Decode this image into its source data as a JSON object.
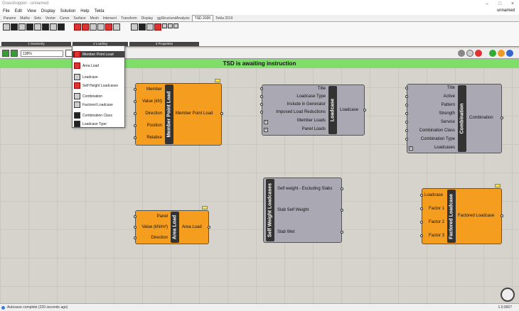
{
  "window": {
    "title": "Grasshopper - unnamed",
    "doc_name": "unnamed",
    "controls": [
      "–",
      "□",
      "×"
    ]
  },
  "menu": [
    "File",
    "Edit",
    "View",
    "Display",
    "Solution",
    "Help",
    "Tekla"
  ],
  "tabs": [
    "Params",
    "Maths",
    "Sets",
    "Vector",
    "Curve",
    "Surface",
    "Mesh",
    "Intersect",
    "Transform",
    "Display",
    "ggStructuralAnalysis",
    "TSD 2020",
    "Tekla 2019"
  ],
  "active_tab": "TSD 2020",
  "ribbon_groups": [
    "1 Geometry",
    "2 Loading",
    "3 Properties"
  ],
  "dropdown": {
    "items": [
      "Member Point Load",
      "Area Load",
      "Loadcase",
      "Self Height Loadcases",
      "Combination",
      "Factored Loadcase",
      "Combination Class",
      "Loadcase Type"
    ],
    "highlighted": "Member Point Load"
  },
  "canvas_toolbar": {
    "zoom": "138%"
  },
  "banner": {
    "text": "TSD is awaiting instruction",
    "color": "#7fdd6a"
  },
  "components": {
    "member_point_load": {
      "title": "Member Point Load",
      "inputs": [
        "Member",
        "Value (kN)",
        "Direction",
        "Position",
        "Relative"
      ],
      "output": "Member Point Load"
    },
    "area_load": {
      "title": "Area Load",
      "inputs": [
        "Panel",
        "Value (kN/m²)",
        "Direction"
      ],
      "output": "Area Load"
    },
    "loadcase": {
      "title": "Loadcase",
      "inputs": [
        "Title",
        "Loadcase Type",
        "Include in Generator",
        "Imposed Load Reductions",
        "Member Loads",
        "Panel Loads"
      ],
      "output": "Loadcase"
    },
    "self_weight": {
      "title": "Self Weight Loadcases",
      "outputs": [
        "Self weight - Excluding Slabs",
        "Slab Self Weight",
        "Slab Wet"
      ]
    },
    "combination": {
      "title": "Combination",
      "inputs": [
        "Title",
        "Active",
        "Pattern",
        "Strength",
        "Service",
        "Combination Class",
        "Combination Type",
        "Loadcases"
      ],
      "output": "Combination"
    },
    "factored": {
      "title": "Factored Loadcase",
      "inputs": [
        "Loadcase",
        "Factor 1",
        "Factor 2",
        "Factor 3"
      ],
      "output": "Factored Loadcase"
    }
  },
  "status": {
    "text": "Autosave complete (220 seconds ago)",
    "version": "1.0.0007"
  }
}
